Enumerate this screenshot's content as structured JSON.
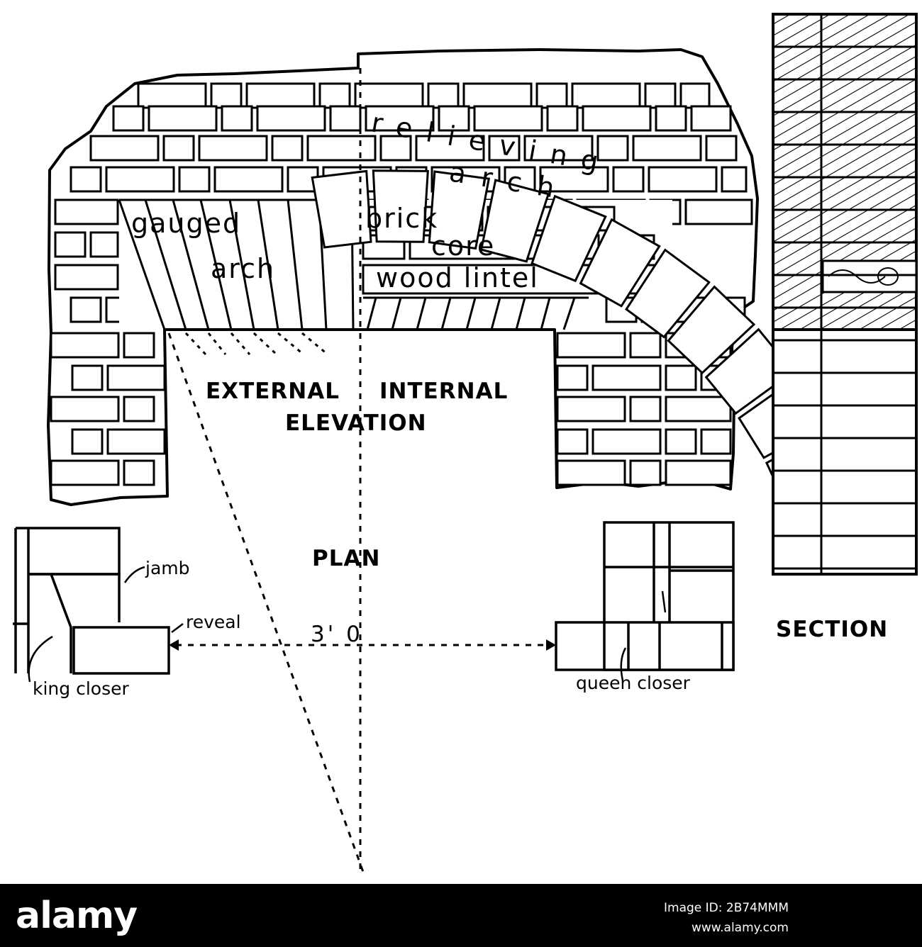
{
  "labels": {
    "external": "EXTERNAL",
    "internal": "INTERNAL",
    "elevation": "ELEVATION",
    "plan": "PLAN",
    "section": "SECTION",
    "relieving": "relieving",
    "arch_upper": "arch",
    "gauged": "gauged",
    "arch_lower": "arch",
    "brick": "brick",
    "core": "core",
    "wood_lintel": "wood lintel",
    "jamb": "jamb",
    "reveal": "reveal",
    "king_closer": "king closer",
    "queen_closer": "queen closer",
    "dimension": "3' 0"
  },
  "footer": {
    "brand": "alamy",
    "image_id": "Image ID: 2B74MMM",
    "url": "www.alamy.com"
  }
}
